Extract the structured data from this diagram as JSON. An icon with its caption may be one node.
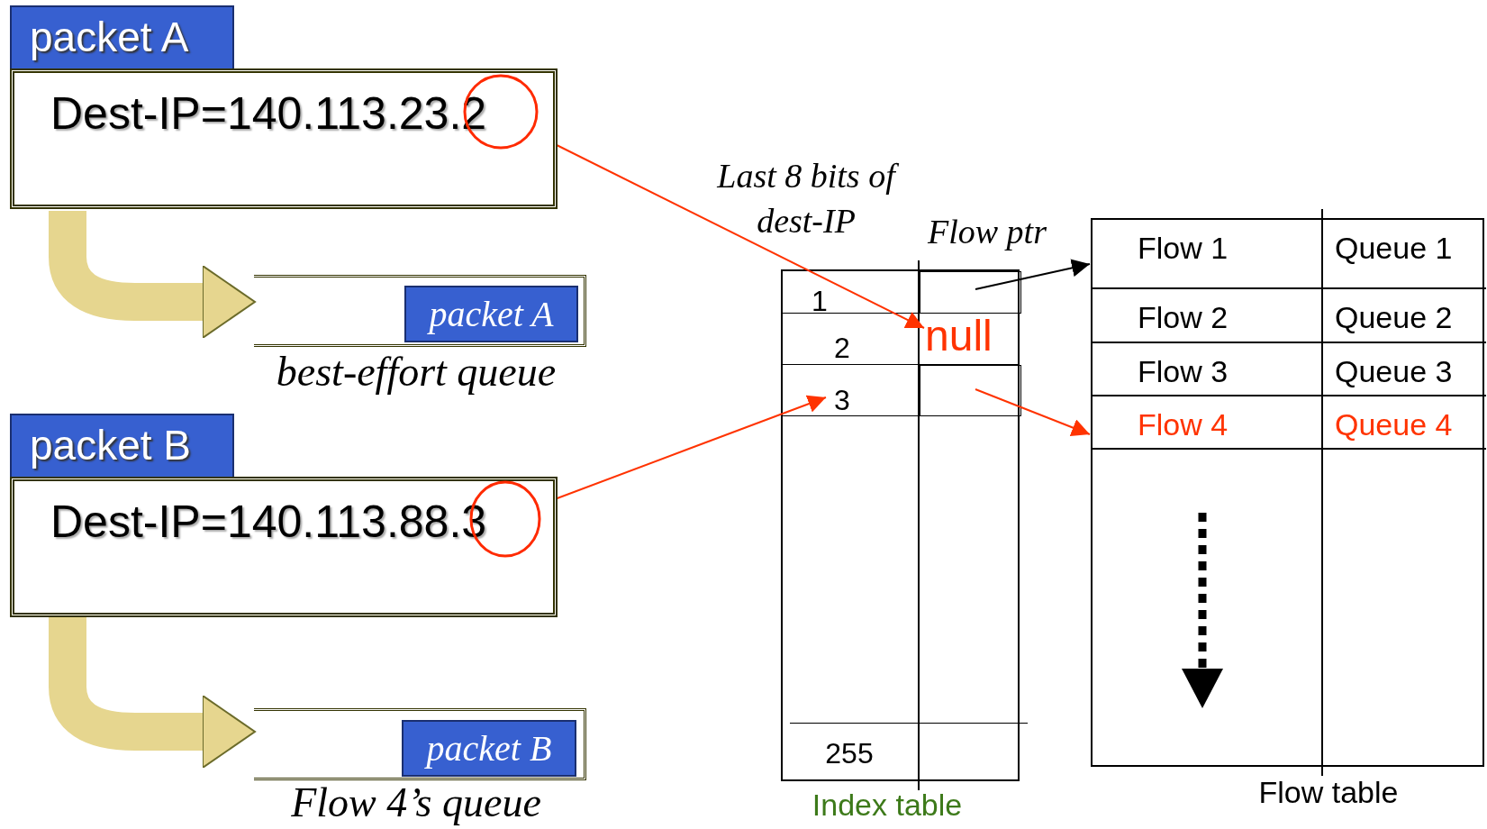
{
  "diagram": {
    "nodes": [
      {
        "text": [
          "packet A",
          "Dest-IP=140.113.23.2"
        ]
      },
      {
        "text": [],
        "shape": "circle",
        "in": 0
      },
      {
        "text": [],
        "shape": "box",
        "beside": [
          "best-effort queue"
        ]
      },
      {
        "text": [
          "packet A"
        ],
        "in": 2
      },
      {
        "text": [
          "packet B",
          "Dest-IP=140.113.88.3"
        ]
      },
      {
        "text": [],
        "shape": "circle",
        "in": 4
      },
      {
        "text": [],
        "shape": "box",
        "beside": [
          "Flow 4’s queue"
        ]
      },
      {
        "text": [
          "packet B"
        ],
        "in": 6
      },
      {
        "text": [],
        "shape": "box",
        "beside": [
          "Index table"
        ]
      },
      {
        "text": [
          "1"
        ],
        "in": 8
      },
      {
        "text": [],
        "shape": "box",
        "in": 8
      },
      {
        "text": [
          "2"
        ],
        "in": 8
      },
      {
        "text": [
          "null"
        ],
        "in": 8
      },
      {
        "text": [
          "3"
        ],
        "in": 8
      },
      {
        "text": [],
        "shape": "box",
        "in": 8
      },
      {
        "text": [
          "255"
        ],
        "in": 8
      },
      {
        "text": [],
        "shape": "box",
        "beside": [
          "Flow table"
        ]
      },
      {
        "text": [
          "Flow 1",
          "Queue 1"
        ],
        "in": 16
      },
      {
        "text": [
          "Flow 2",
          "Queue 2"
        ],
        "in": 16
      },
      {
        "text": [
          "Flow 3",
          "Queue 3"
        ],
        "in": 16
      },
      {
        "text": [
          "Flow 4",
          "Queue 4"
        ],
        "in": 16
      }
    ],
    "edges": [
      {
        "from": 0,
        "to": 2,
        "arrow": "to",
        "style": "thick",
        "color": "#e6d68f"
      },
      {
        "from": 4,
        "to": 6,
        "arrow": "to",
        "style": "thick",
        "color": "#e6d68f"
      },
      {
        "from": 1,
        "to": 12,
        "arrow": "to",
        "color": "#ff3300"
      },
      {
        "from": 5,
        "to": 13,
        "arrow": "to",
        "color": "#ff3300"
      },
      {
        "from": 10,
        "to": 17,
        "arrow": "to",
        "color": "#000000"
      },
      {
        "from": 14,
        "to": 20,
        "arrow": "to",
        "color": "#ff3300"
      }
    ],
    "labels": [
      "Last 8 bits of dest-IP",
      "Flow ptr"
    ]
  }
}
